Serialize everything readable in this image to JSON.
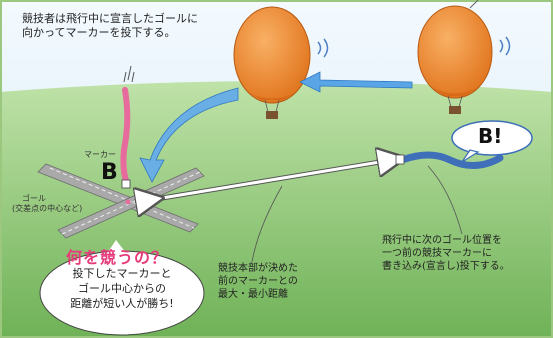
{
  "top_note": [
    "競技者は飛行中に宣言したゴールに",
    "向かってマーカーを投下する。"
  ],
  "marker_label": "マーカー",
  "marker_letter": "B",
  "goal_label": "ゴール",
  "goal_sublabel": "(交差点の中心など)",
  "question_title": "何を競うの？",
  "answer_lines": [
    "投下したマーカーと",
    "ゴール中心からの",
    "距離が短い人が勝ち!"
  ],
  "distance_note": [
    "競技本部が決めた",
    "前のマーカーとの",
    "最大・最小距離"
  ],
  "declare_note": [
    "飛行中に次のゴール位置を",
    "一つ前の競技マーカーに",
    "書き込み(宣言し)投下する。"
  ],
  "speech_text": "B!",
  "colors": {
    "sky": "#d6ecfa",
    "ground": "#8fc874",
    "balloon": "#f08a2e",
    "arrow_blue": "#3d8fd1",
    "marker_pink": "#e76b9c",
    "marker_blue": "#3f6fb8",
    "title_pink": "#e63a7a"
  }
}
